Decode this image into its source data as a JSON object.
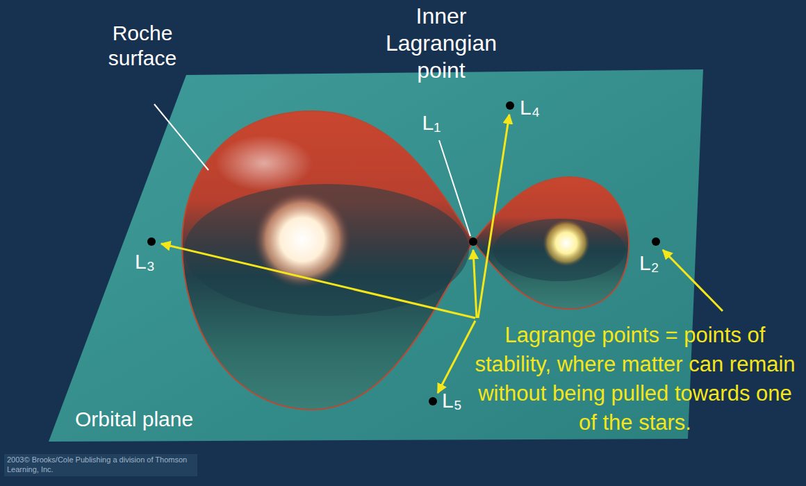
{
  "diagram": {
    "labels": [
      "Roche surface",
      "Inner Lagrangian point",
      "L₁",
      "L₄",
      "L₃",
      "L₂",
      "L₅",
      "Lagrange points = points of stability, where matter can remain without being pulled towards one of the stars.",
      "Orbital plane",
      "2003© Brooks/Cole Publishing a division of Thomson Learning, Inc."
    ]
  }
}
